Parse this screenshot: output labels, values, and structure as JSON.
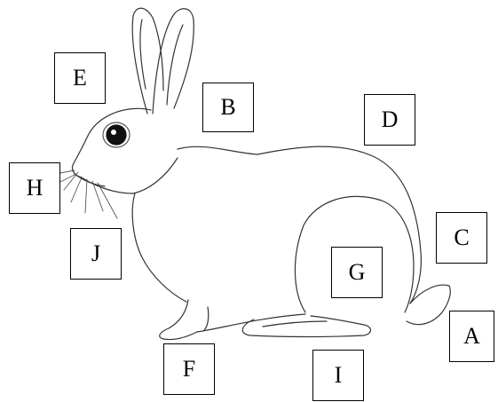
{
  "diagram": {
    "labels": [
      "A",
      "B",
      "C",
      "D",
      "E",
      "F",
      "G",
      "H",
      "I",
      "J"
    ]
  }
}
